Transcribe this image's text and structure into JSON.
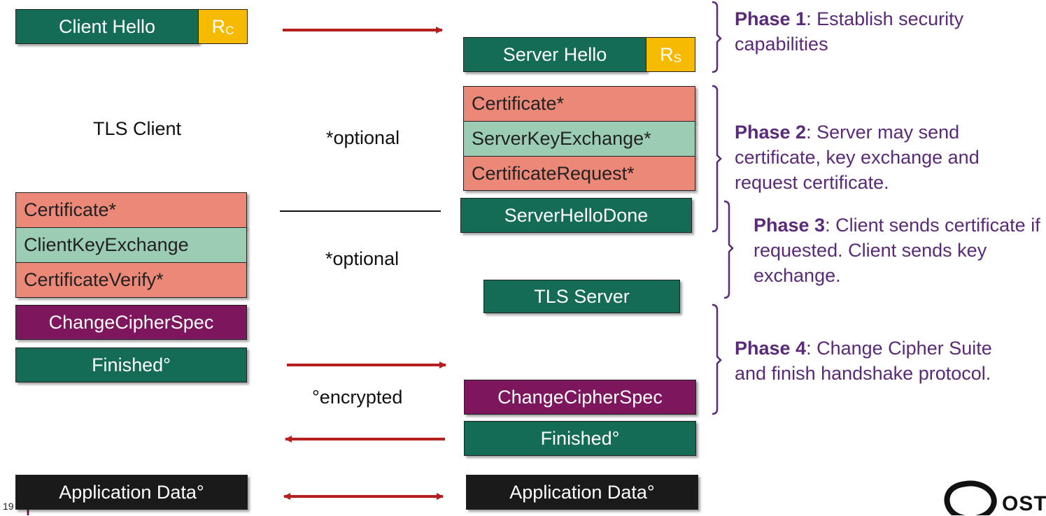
{
  "client": {
    "hello": "Client Hello",
    "rc_letter": "R",
    "rc_sub": "C",
    "label": "TLS Client",
    "certificate": "Certificate*",
    "client_key_exchange": "ClientKeyExchange",
    "certificate_verify": "CertificateVerify*",
    "change_cipher_spec": "ChangeCipherSpec",
    "finished": "Finished°",
    "app_data": "Application Data°"
  },
  "server": {
    "hello": "Server Hello",
    "rs_letter": "R",
    "rs_sub": "S",
    "certificate": "Certificate*",
    "server_key_exchange": "ServerKeyExchange*",
    "certificate_request": "CertificateRequest*",
    "server_hello_done": "ServerHelloDone",
    "label": "TLS Server",
    "change_cipher_spec": "ChangeCipherSpec",
    "finished": "Finished°",
    "app_data": "Application Data°"
  },
  "notes": {
    "optional1": "*optional",
    "optional2": "*optional",
    "encrypted": "°encrypted"
  },
  "phases": [
    {
      "title": "Phase 1",
      "text": ": Establish security capabilities"
    },
    {
      "title": "Phase 2",
      "text": ": Server may send certificate, key exchange and request certificate."
    },
    {
      "title": "Phase 3",
      "text": ": Client sends certificate if requested. Client sends key exchange."
    },
    {
      "title": "Phase 4",
      "text": ": Change Cipher Suite and finish handshake protocol."
    }
  ],
  "footer": {
    "page_number": "19",
    "logo_text": "OST"
  },
  "colors": {
    "teal": "#156c56",
    "salmon": "#ec8878",
    "mint": "#9bcdb5",
    "purple": "#7e165d",
    "gold": "#f6bb00",
    "arrow": "#b3201f",
    "phase_text": "#5a2a78"
  }
}
